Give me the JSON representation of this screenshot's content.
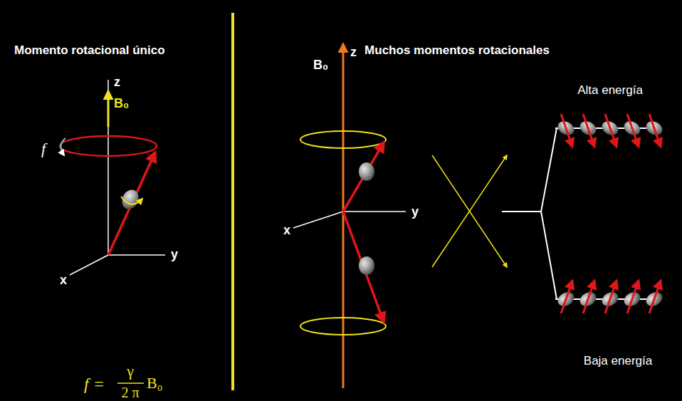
{
  "diagram": {
    "labels": [
      "Momento rotacional único",
      "z",
      "B₀",
      "f",
      "y",
      "x",
      "f =",
      "γ",
      "2 π",
      "B₀",
      "Muchos momentos rotacionales",
      "B₀",
      "z",
      "y",
      "x",
      "Alta energía",
      "Baja energía"
    ]
  }
}
